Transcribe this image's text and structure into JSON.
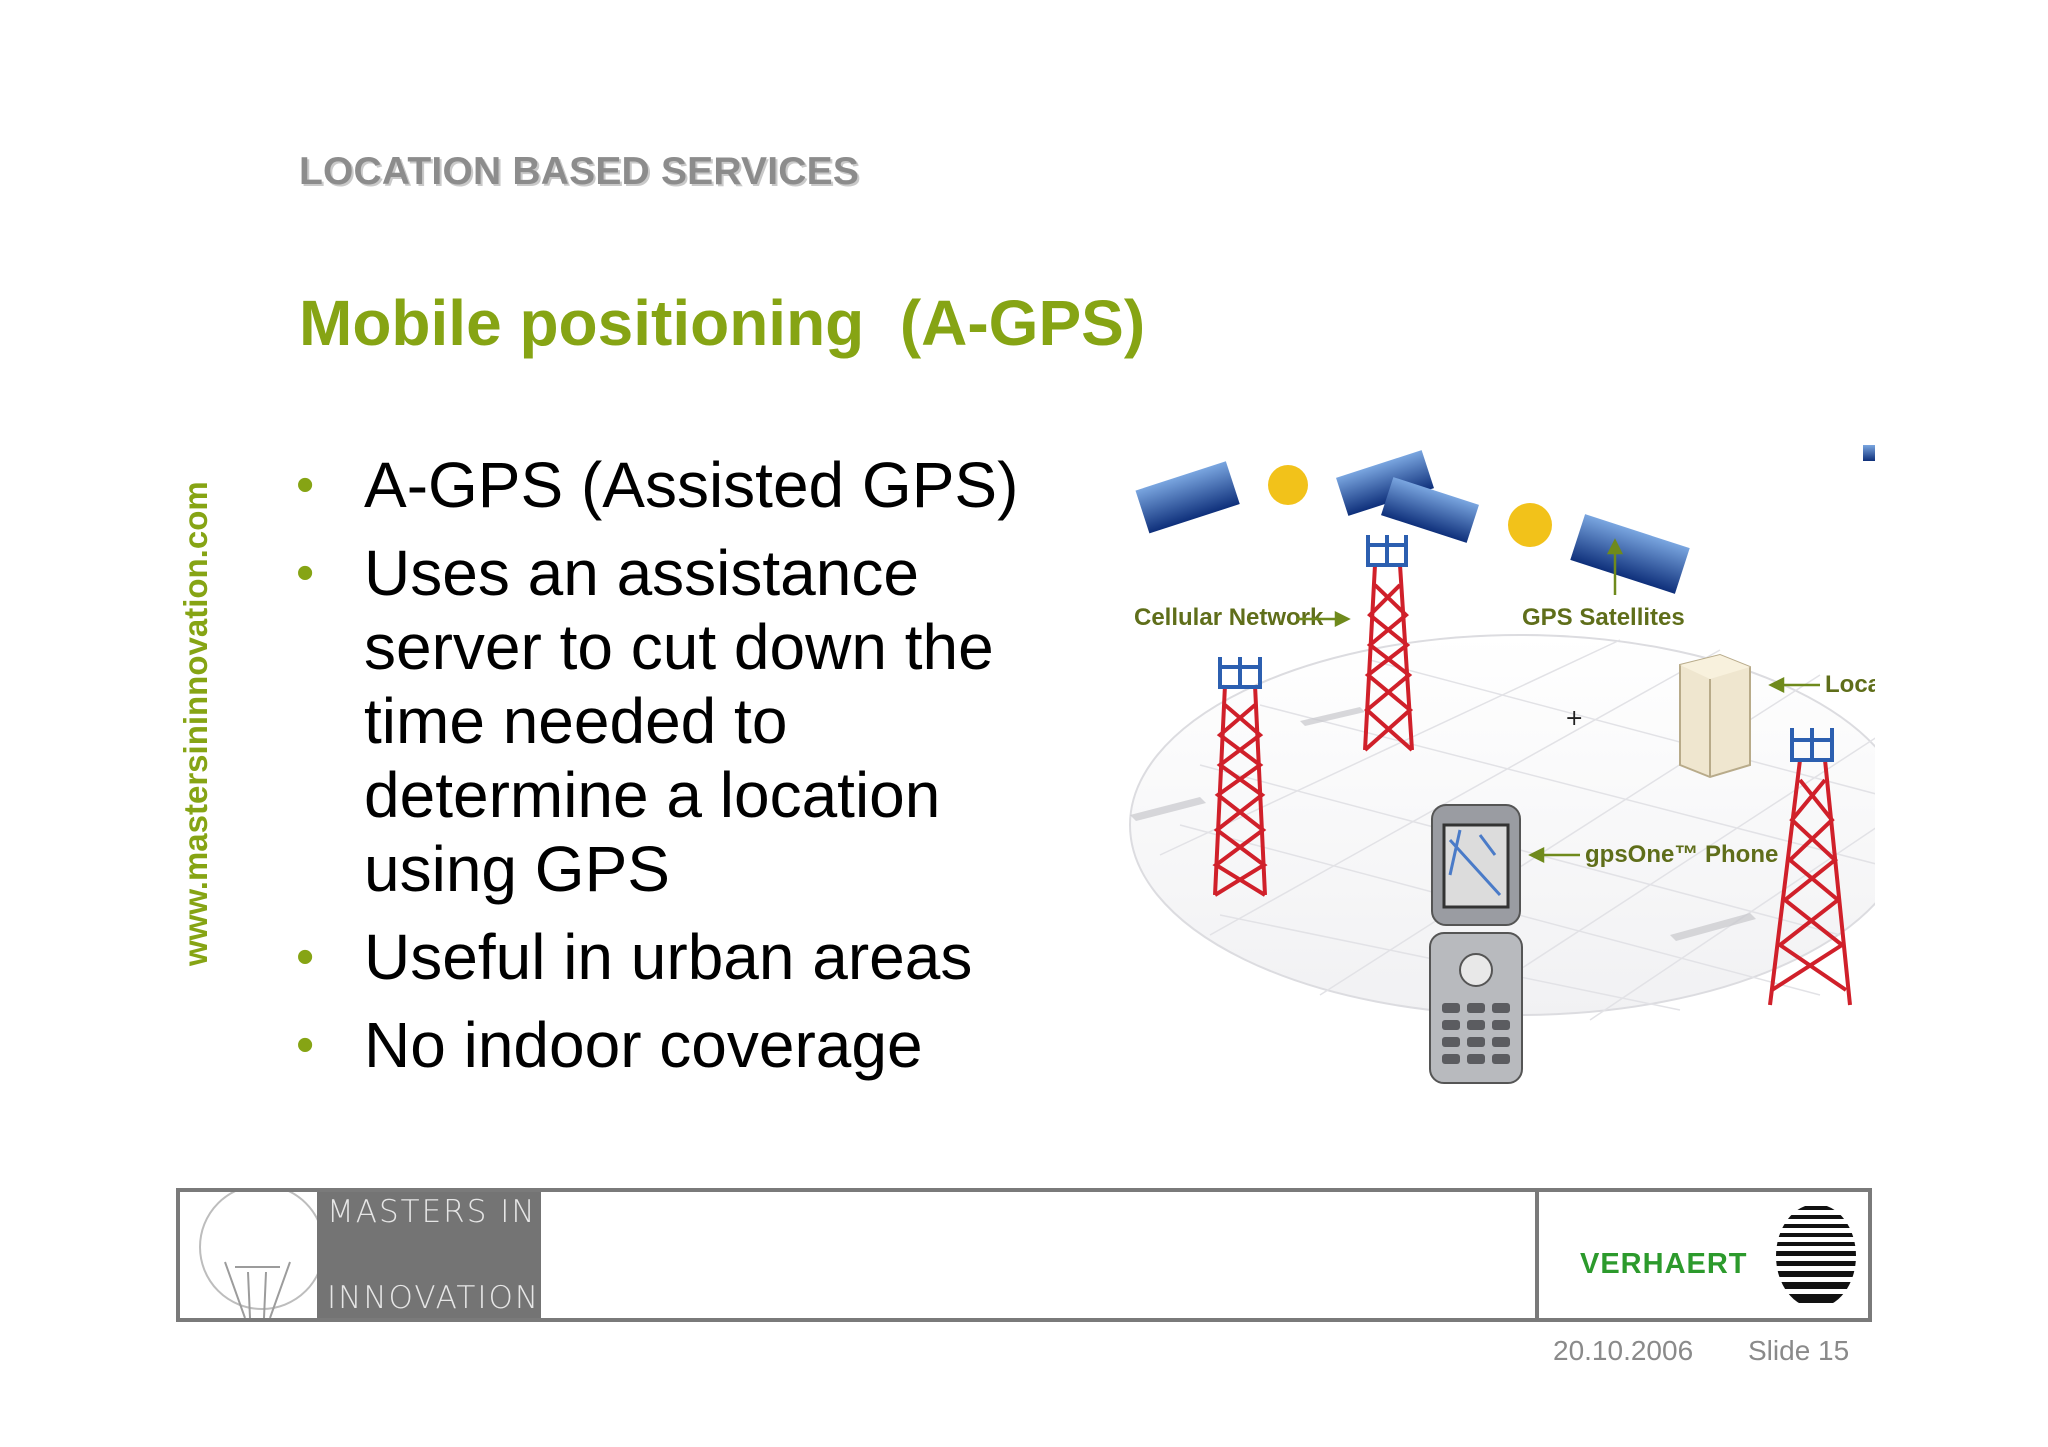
{
  "header": {
    "section_title": "LOCATION BASED SERVICES",
    "slide_title": "Mobile positioning  (A-GPS)"
  },
  "sidebar": {
    "url": "www.mastersininnovation.com"
  },
  "bullets": [
    "A-GPS (Assisted GPS)",
    "Uses an assistance server to cut down the time needed to determine a location using GPS",
    "Useful in urban areas",
    "No indoor coverage"
  ],
  "bullet_lines": {
    "b2_l1": "Uses an assistance",
    "b2_l2": "server to cut down the",
    "b2_l3": "time needed to",
    "b2_l4": "determine a location",
    "b2_l5": "using GPS"
  },
  "diagram": {
    "cellular_label": "Cellular Network",
    "gps_label": "GPS Satellites",
    "server_label": "Locat",
    "phone_label": "gpsOne™ Phone"
  },
  "footer": {
    "logo_line1": "MASTERS  IN",
    "logo_line2": "INNOVATION",
    "partner": "VERHAERT",
    "date": "20.10.2006",
    "slide": "Slide 15"
  },
  "colors": {
    "accent_green": "#86a414",
    "verhaert_green": "#2c9a2c",
    "gray": "#8c8c8c"
  }
}
